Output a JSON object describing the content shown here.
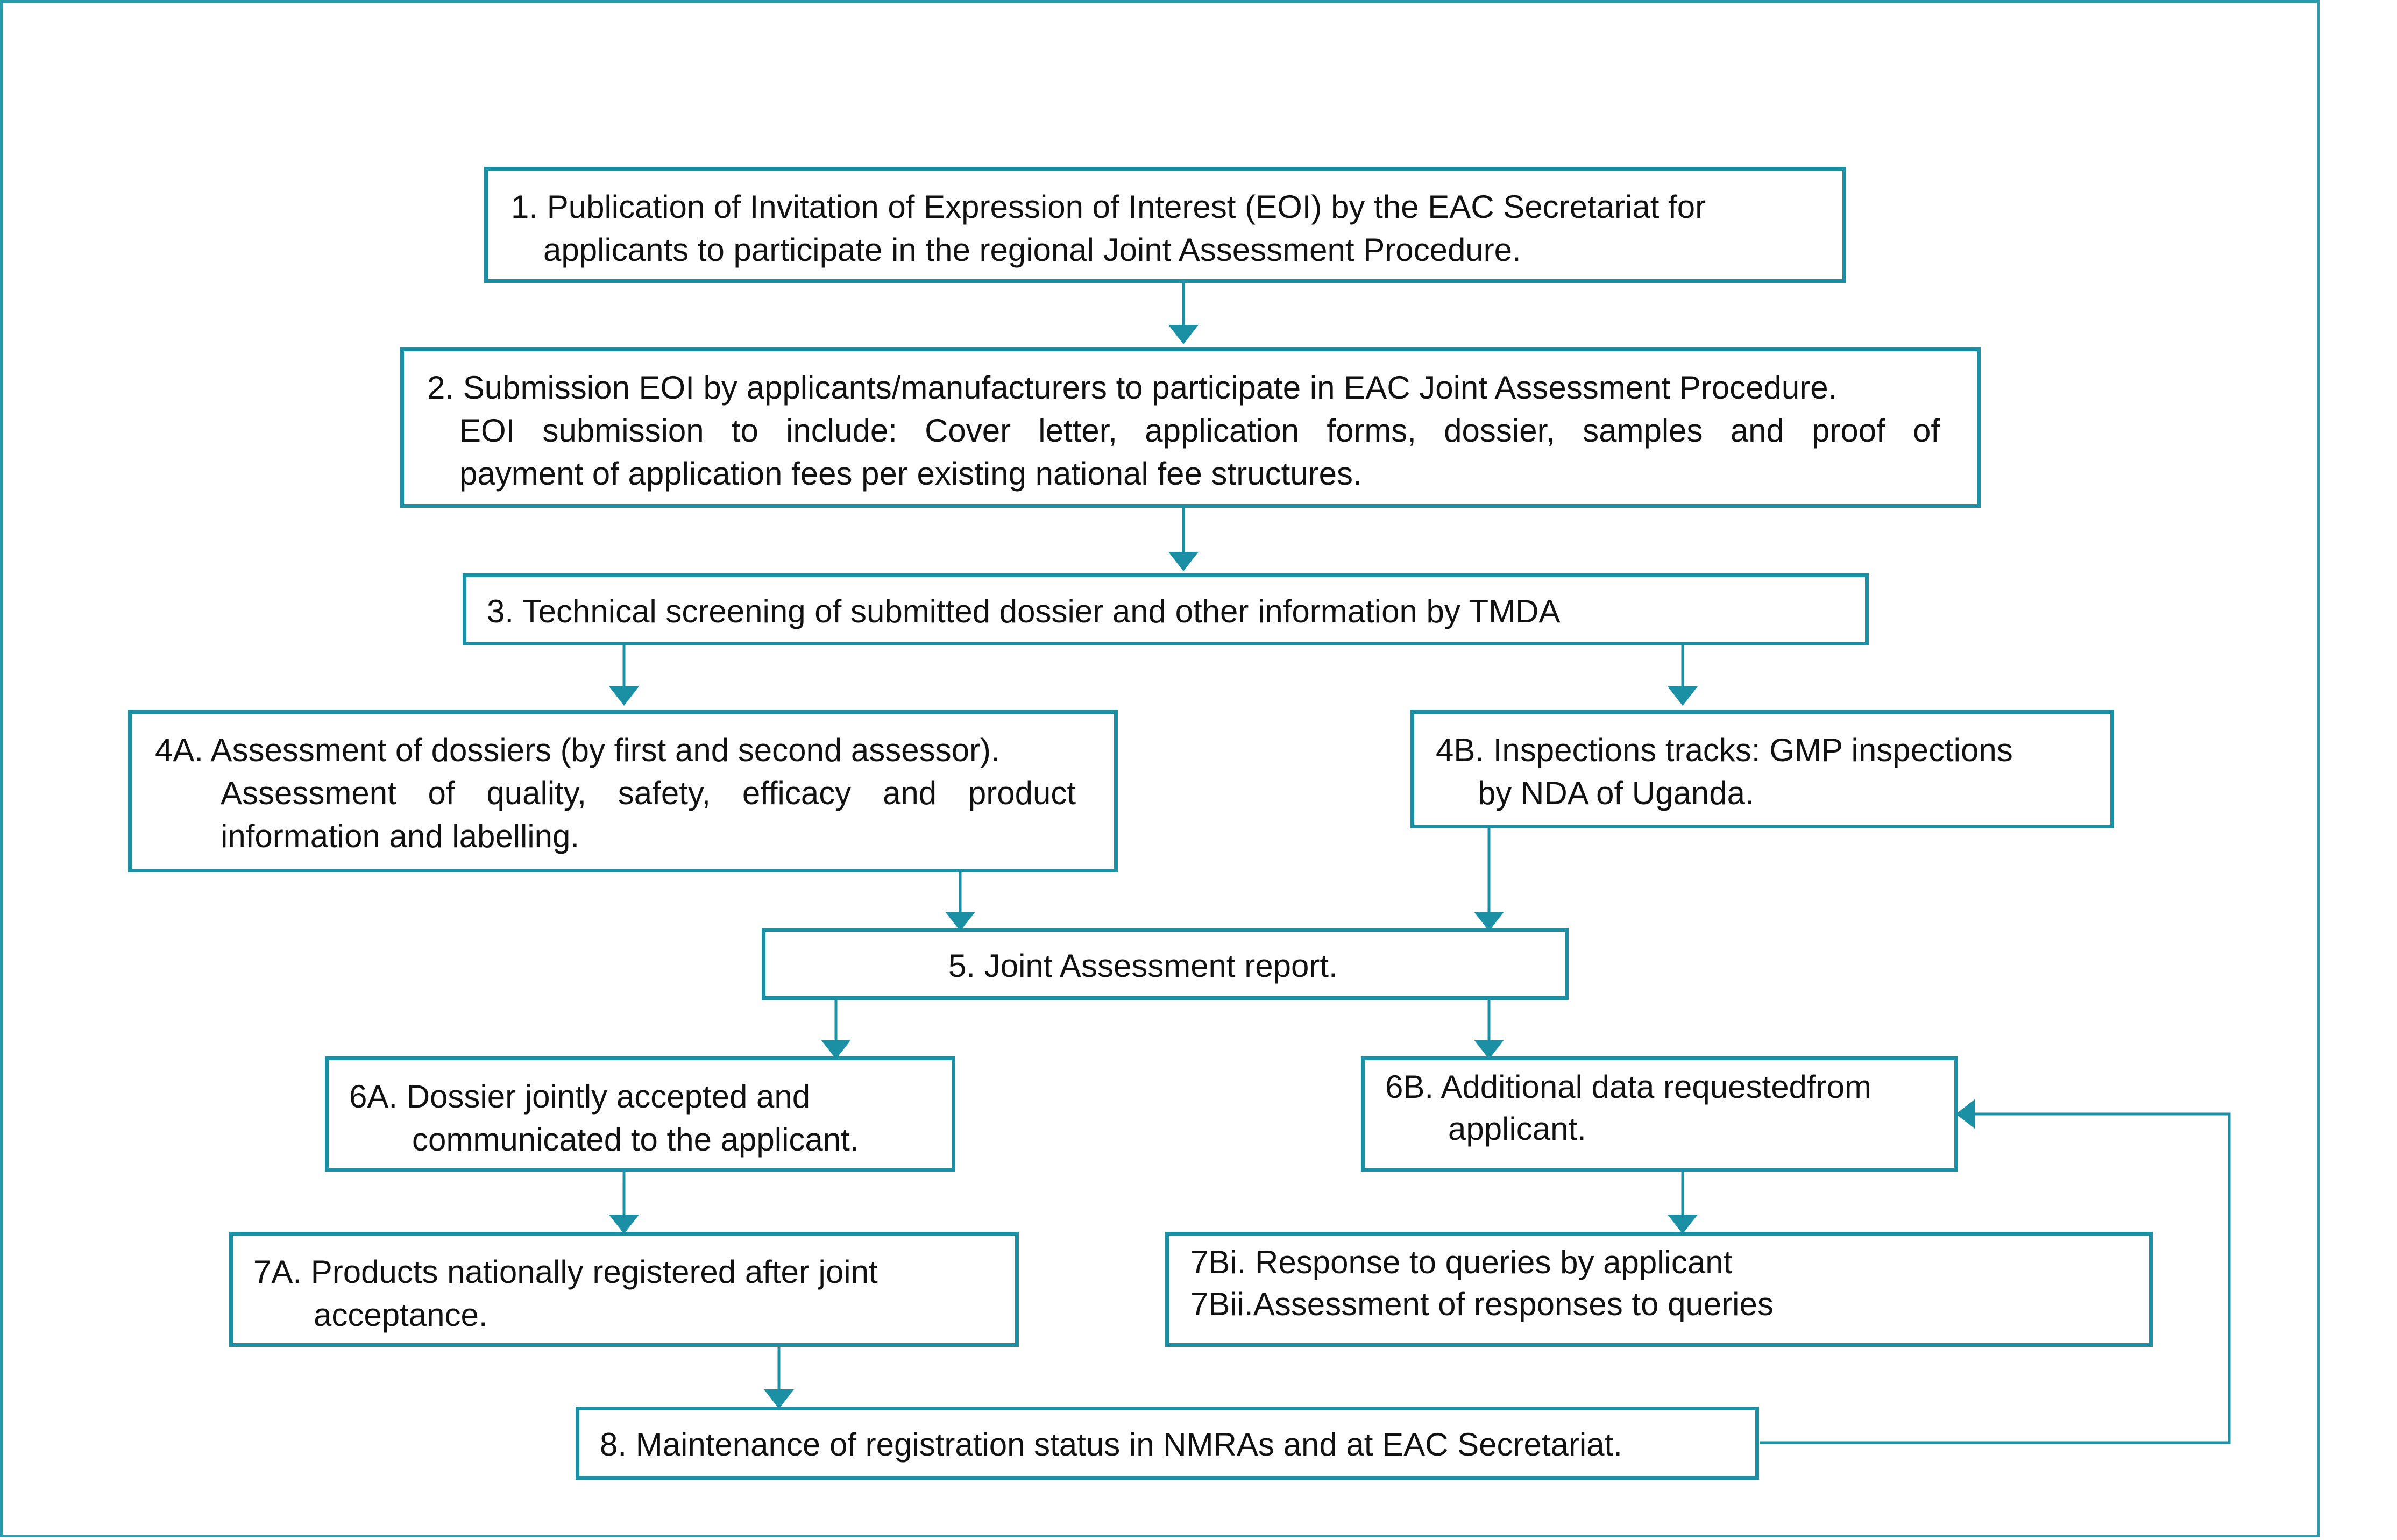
{
  "diagram": {
    "colors": {
      "box_border": "#1b8fa3",
      "frame": "#2a9cae",
      "arrow": "#1b8fa3"
    },
    "steps": {
      "s1": {
        "lines": [
          "1. Publication of Invitation of Expression of Interest (EOI) by the EAC Secretariat for",
          "applicants to participate in the regional Joint Assessment Procedure."
        ]
      },
      "s2": {
        "lines": [
          "2. Submission EOI by applicants/manufacturers to participate in EAC Joint Assessment Procedure.",
          "EOI submission to include: Cover letter, application forms, dossier, samples and proof of",
          "payment of application fees per existing national fee structures."
        ]
      },
      "s3": {
        "lines": [
          "3. Technical screening of submitted dossier and other information by TMDA"
        ]
      },
      "s4a": {
        "lines": [
          "4A. Assessment of dossiers (by first and second assessor).",
          "Assessment of quality, safety, efficacy and product",
          "information and labelling."
        ]
      },
      "s4b": {
        "lines": [
          "4B. Inspections tracks: GMP inspections",
          "by NDA of Uganda."
        ]
      },
      "s5": {
        "lines": [
          "5. Joint Assessment report."
        ]
      },
      "s6a": {
        "lines": [
          "6A. Dossier jointly accepted and",
          "communicated to the applicant."
        ]
      },
      "s6b": {
        "lines": [
          "6B. Additional data requestedfrom",
          "applicant."
        ]
      },
      "s7a": {
        "lines": [
          "7A. Products nationally registered after joint",
          "acceptance."
        ]
      },
      "s7b": {
        "lines": [
          "7Bi.  Response to queries by applicant",
          "7Bii.Assessment of responses to queries"
        ]
      },
      "s8": {
        "lines": [
          "8. Maintenance of registration status in NMRAs and at EAC Secretariat."
        ]
      }
    }
  }
}
